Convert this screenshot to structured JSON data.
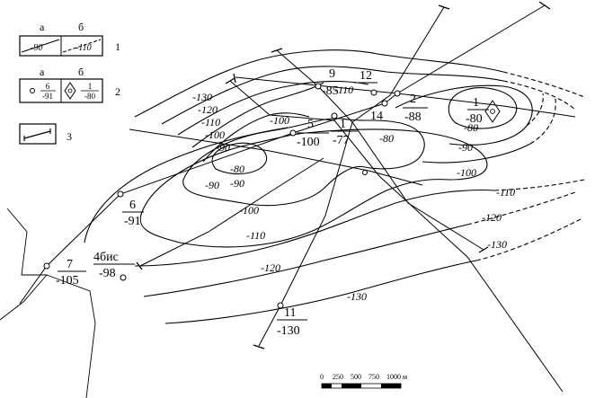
{
  "legend": {
    "col_a": "а",
    "col_b": "б",
    "row1_a": "-90",
    "row1_b": "-110",
    "row1_num": "1",
    "row2_a_top": "6",
    "row2_a_bottom": "-91",
    "row2_b_top": "1",
    "row2_b_bottom": "-80",
    "row2_num": "2",
    "row3_num": "3"
  },
  "contour_labels": [
    "-130",
    "-120",
    "-110",
    "-100",
    "-90",
    "-80",
    "-80",
    "-90",
    "-100",
    "-110",
    "-120",
    "-130",
    "-130",
    "-120",
    "-110",
    "-100",
    "-90",
    "-80",
    "-90",
    "-100",
    "-110"
  ],
  "wells": [
    {
      "number": "9",
      "depth": "-85"
    },
    {
      "number": "12",
      "depth": ""
    },
    {
      "number": "2",
      "depth": "-88"
    },
    {
      "number": "14",
      "depth": ""
    },
    {
      "number": "5",
      "depth": "-100"
    },
    {
      "number": "1",
      "depth": "-77"
    },
    {
      "number": "1",
      "depth": "-80"
    },
    {
      "number": "6",
      "depth": "-91"
    },
    {
      "number": "4бис",
      "depth": "-98"
    },
    {
      "number": "7",
      "depth": "-105"
    },
    {
      "number": "11",
      "depth": "-130"
    }
  ],
  "scale": {
    "ticks": [
      "0",
      "250",
      "500",
      "750",
      "1000 м"
    ]
  },
  "colors": {
    "ink": "#000000",
    "paper": "#ffffff"
  }
}
